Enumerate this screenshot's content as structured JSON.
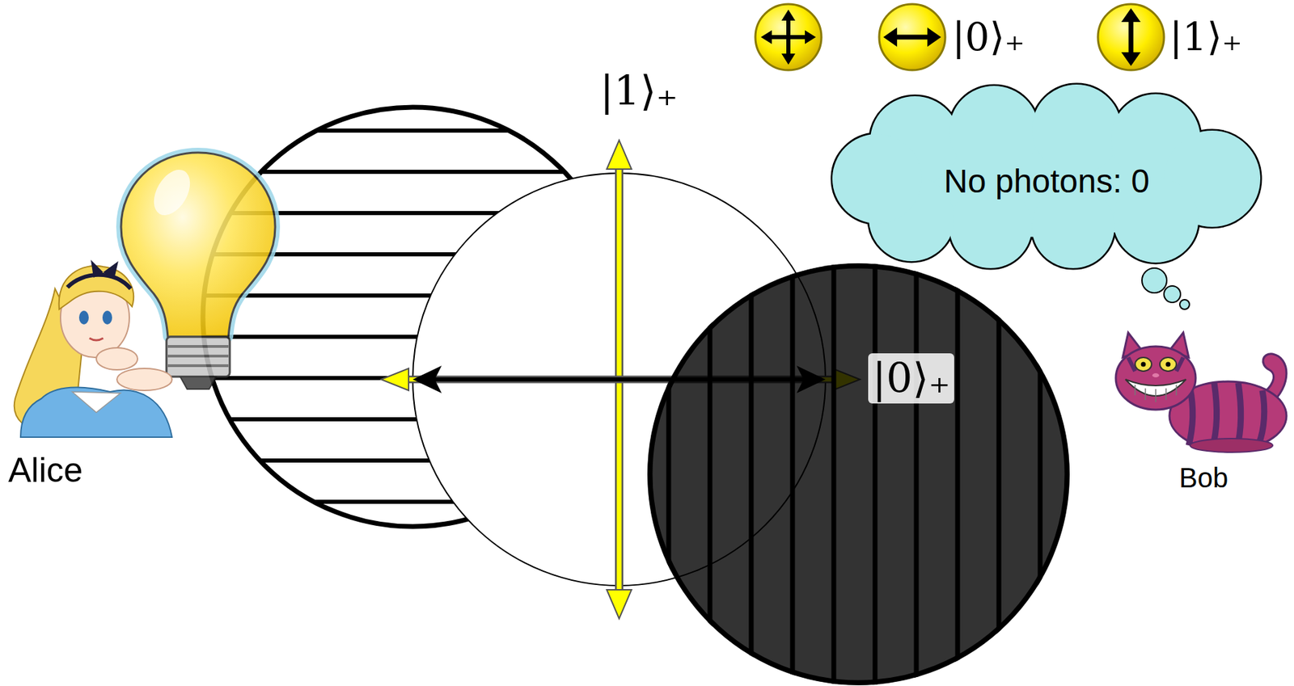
{
  "diagram": {
    "nodes": [
      {
        "text": [
          "No photons: 0"
        ]
      }
    ],
    "labels": [
      "|1⟩₊",
      "|0⟩₊",
      "Alice",
      "Bob"
    ],
    "legend": [
      {
        "text": "|0⟩₊"
      },
      {
        "text": "|1⟩₊"
      }
    ]
  }
}
